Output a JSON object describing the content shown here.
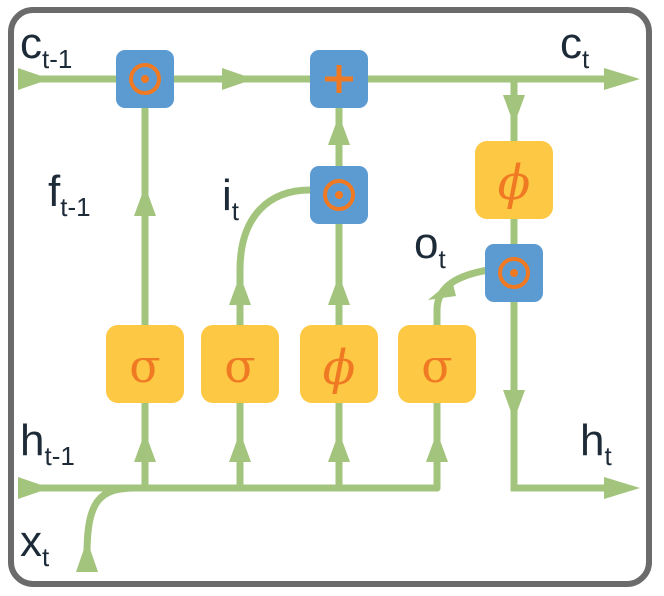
{
  "labels": {
    "c_prev": {
      "base": "c",
      "sub": "t-1"
    },
    "c_t": {
      "base": "c",
      "sub": "t"
    },
    "f_prev": {
      "base": "f",
      "sub": "t-1"
    },
    "i_t": {
      "base": "i",
      "sub": "t"
    },
    "o_t": {
      "base": "o",
      "sub": "t"
    },
    "h_prev": {
      "base": "h",
      "sub": "t-1"
    },
    "h_t": {
      "base": "h",
      "sub": "t"
    },
    "x_t": {
      "base": "x",
      "sub": "t"
    }
  },
  "ops": {
    "mult": "⊙",
    "add": "+",
    "sigma": "σ",
    "phi": "ϕ"
  },
  "colors": {
    "line": "#a3c47c",
    "gate_box": "#fdc843",
    "op_box": "#5b9bd1",
    "symbol": "#f07a24",
    "frame": "#6b6b6b",
    "text": "#1d2a38"
  }
}
